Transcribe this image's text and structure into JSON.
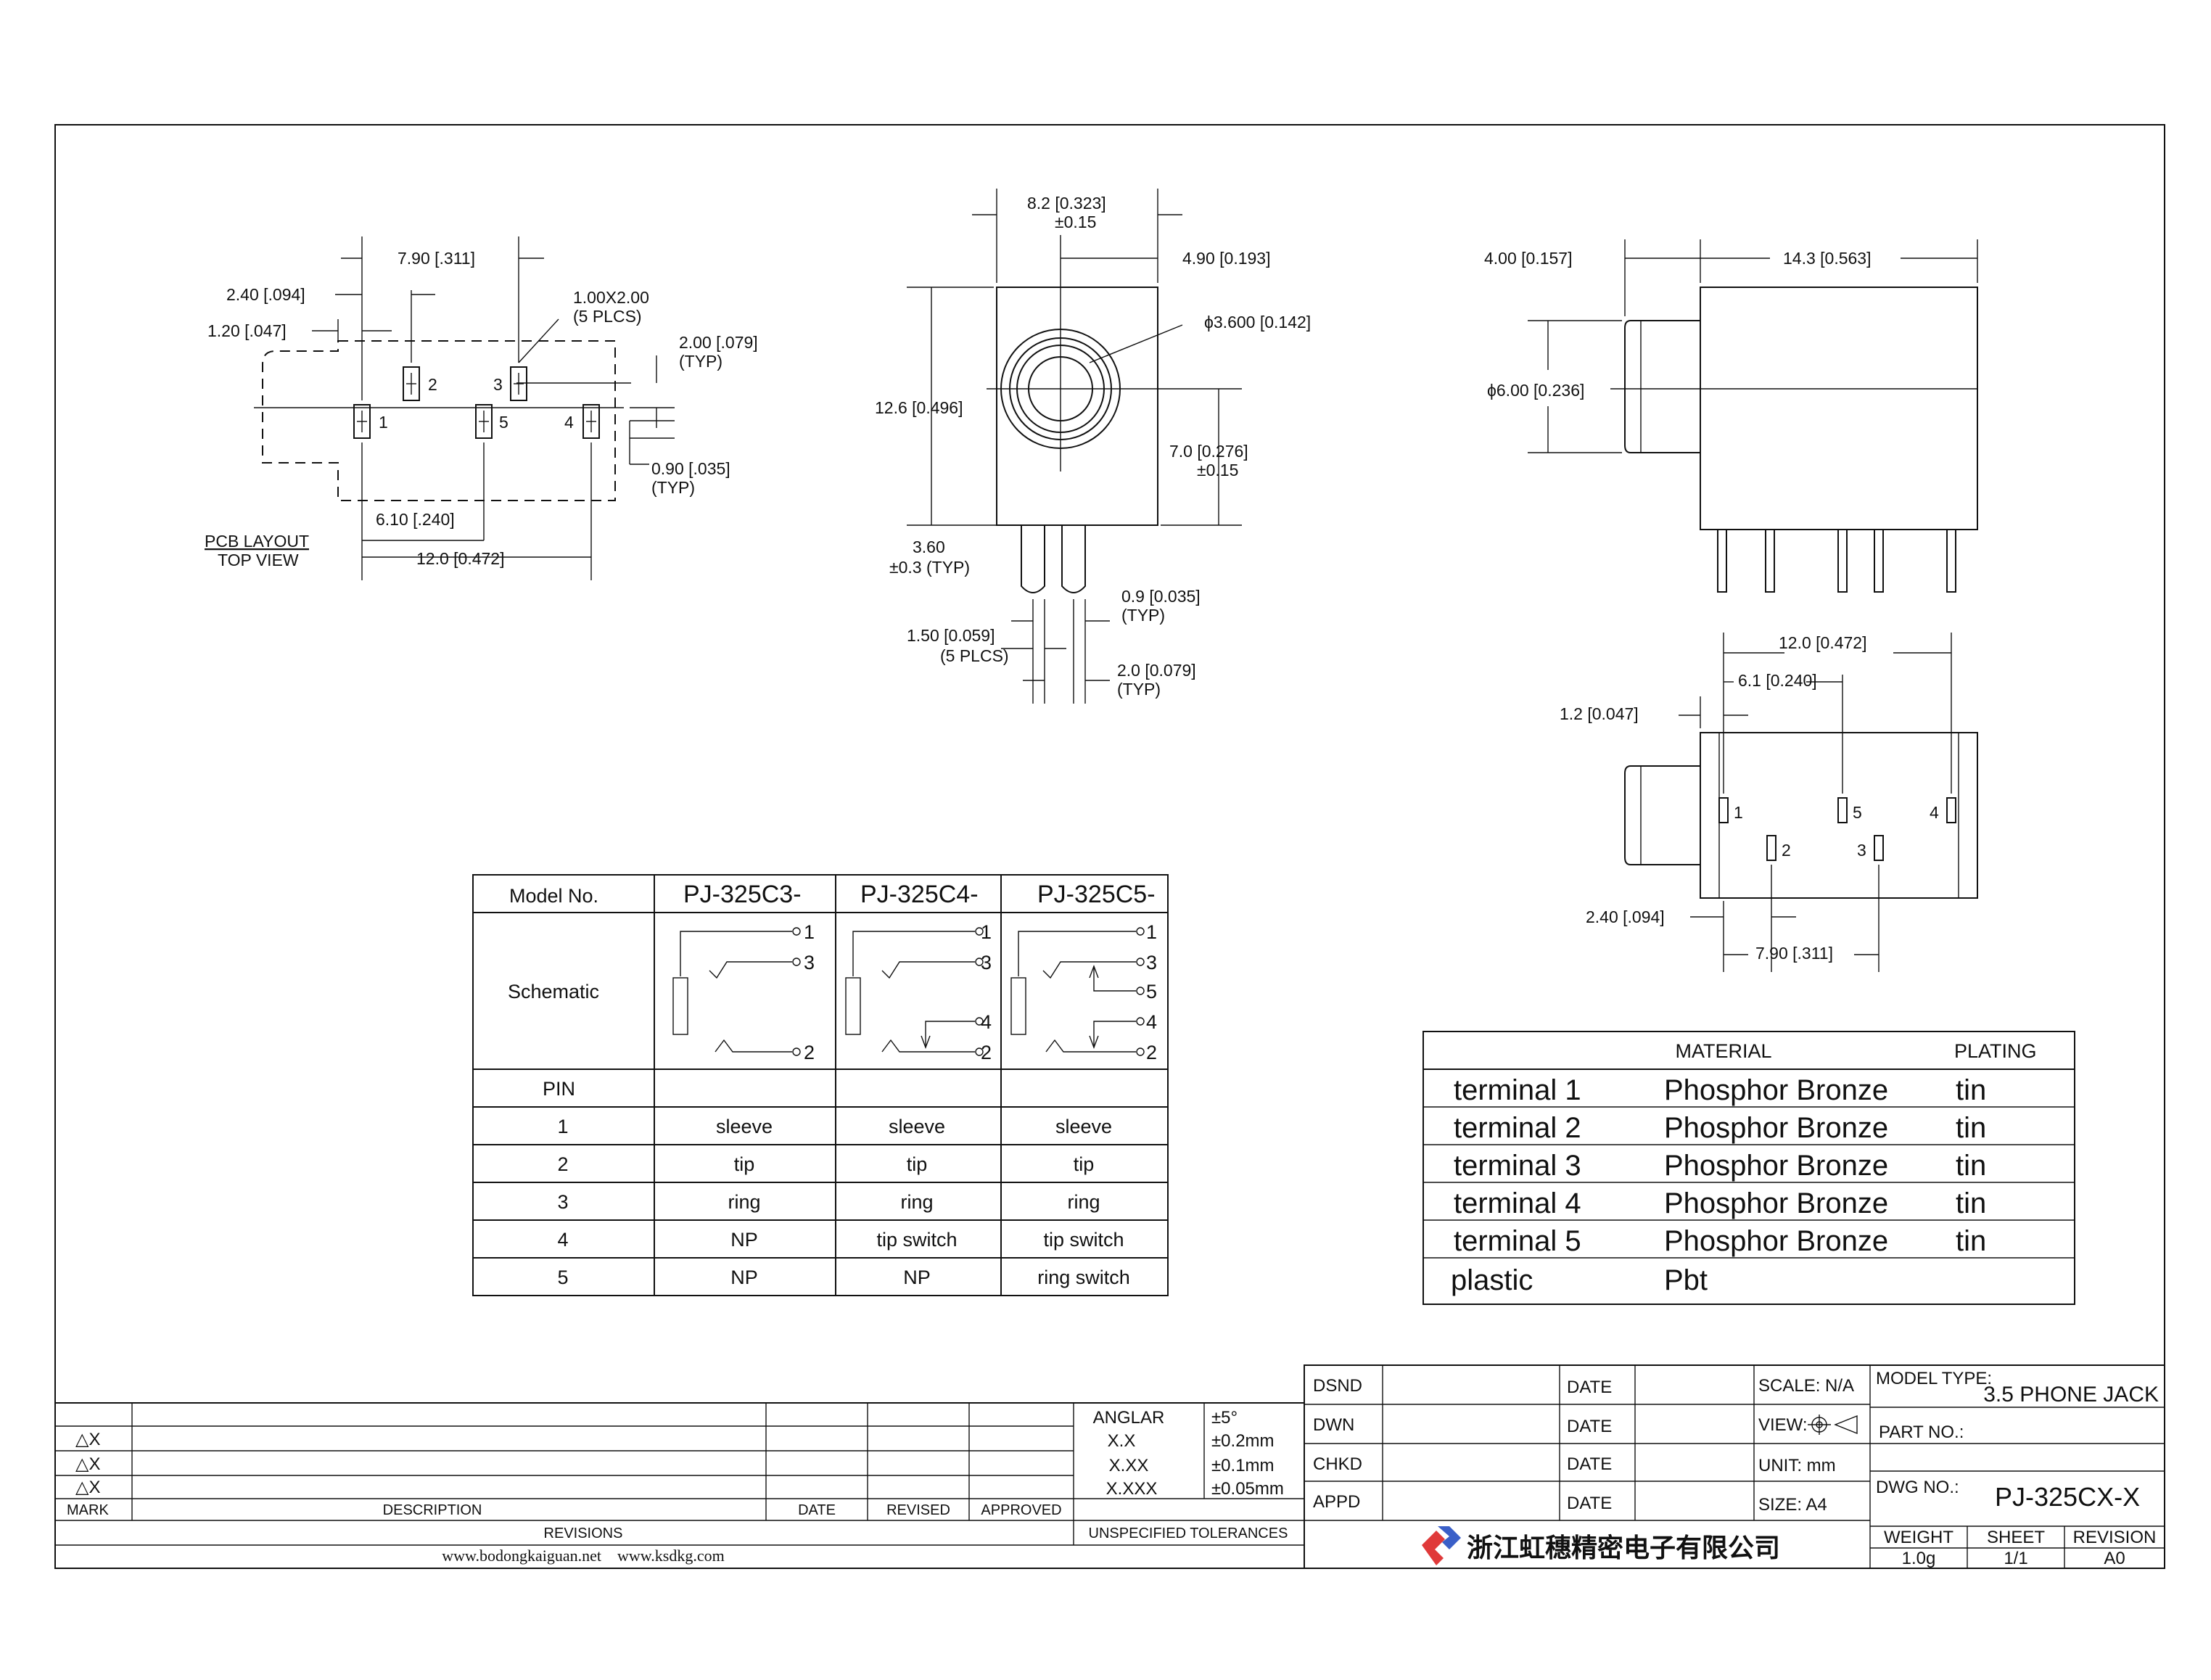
{
  "pcb_layout": {
    "title_line1": "PCB LAYOUT",
    "title_line2": "TOP VIEW",
    "dim_790": "7.90 [.311]",
    "dim_240": "2.40 [.094]",
    "dim_120": "1.20 [.047]",
    "dim_pad_line1": "1.00X2.00",
    "dim_pad_line2": "(5 PLCS)",
    "dim_200_line1": "2.00 [.079]",
    "dim_200_line2": "(TYP)",
    "dim_090_line1": "0.90 [.035]",
    "dim_090_line2": "(TYP)",
    "dim_610": "6.10 [.240]",
    "dim_120_total": "12.0 [0.472]",
    "pins": [
      "1",
      "2",
      "3",
      "4",
      "5"
    ]
  },
  "front_view": {
    "dim_82_line1": "8.2 [0.323]",
    "dim_82_line2": "±0.15",
    "dim_490": "4.90 [0.193]",
    "dim_dia": "ϕ3.600 [0.142]",
    "dim_126": "12.6 [0.496]",
    "dim_70_line1": "7.0 [0.276]",
    "dim_70_line2": "±0.15",
    "dim_360_line1": "3.60",
    "dim_360_line2": "±0.3 (TYP)",
    "dim_09_line1": "0.9 [0.035]",
    "dim_09_line2": "(TYP)",
    "dim_150_line1": "1.50 [0.059]",
    "dim_150_line2": "(5 PLCS)",
    "dim_20_line1": "2.0 [0.079]",
    "dim_20_line2": "(TYP)"
  },
  "side_view": {
    "dim_400": "4.00 [0.157]",
    "dim_143": "14.3 [0.563]",
    "dim_600": "ϕ6.00 [0.236]"
  },
  "bottom_view": {
    "dim_120": "12.0 [0.472]",
    "dim_61": "6.1 [0.240]",
    "dim_12": "1.2 [0.047]",
    "dim_240": "2.40 [.094]",
    "dim_790": "7.90 [.311]",
    "pins": [
      "1",
      "5",
      "4",
      "2",
      "3"
    ]
  },
  "model_table": {
    "header": [
      "Model No.",
      "PJ-325C3-",
      "PJ-325C4-",
      "PJ-325C5-"
    ],
    "schematic_label": "Schematic",
    "pin_label": "PIN",
    "schem_pins_c3": [
      "1",
      "3",
      "2"
    ],
    "schem_pins_c4": [
      "1",
      "3",
      "4",
      "2"
    ],
    "schem_pins_c5": [
      "1",
      "3",
      "5",
      "4",
      "2"
    ],
    "rows": [
      [
        "1",
        "sleeve",
        "sleeve",
        "sleeve"
      ],
      [
        "2",
        "tip",
        "tip",
        "tip"
      ],
      [
        "3",
        "ring",
        "ring",
        "ring"
      ],
      [
        "4",
        "NP",
        "tip switch",
        "tip switch"
      ],
      [
        "5",
        "NP",
        "NP",
        "ring switch"
      ]
    ]
  },
  "material_table": {
    "header_material": "MATERIAL",
    "header_plating": "PLATING",
    "rows": [
      [
        "terminal 1",
        "Phosphor Bronze",
        "tin"
      ],
      [
        "terminal 2",
        "Phosphor Bronze",
        "tin"
      ],
      [
        "terminal 3",
        "Phosphor Bronze",
        "tin"
      ],
      [
        "terminal 4",
        "Phosphor Bronze",
        "tin"
      ],
      [
        "terminal 5",
        "Phosphor Bronze",
        "tin"
      ],
      [
        "plastic",
        "Pbt",
        ""
      ]
    ]
  },
  "revisions": {
    "marks": [
      "△X",
      "△X",
      "△X"
    ],
    "col_mark": "MARK",
    "col_description": "DESCRIPTION",
    "col_date": "DATE",
    "col_revised": "REVISED",
    "col_approved": "APPROVED",
    "title": "REVISIONS",
    "website": "www.bodongkaiguan.net    www.ksdkg.com"
  },
  "tolerances": {
    "rows": [
      [
        "ANGLAR",
        "±5°"
      ],
      [
        "X.X",
        "±0.2mm"
      ],
      [
        "X.XX",
        "±0.1mm"
      ],
      [
        "X.XXX",
        "±0.05mm"
      ]
    ],
    "title": "UNSPECIFIED TOLERANCES"
  },
  "title_block": {
    "dsnd": "DSND",
    "dwn": "DWN",
    "chkd": "CHKD",
    "appd": "APPD",
    "date": "DATE",
    "scale": "SCALE: N/A",
    "view": "VIEW:",
    "unit": "UNIT: mm",
    "size": "SIZE: A4",
    "model_type_label": "MODEL TYPE:",
    "model_type_value": "3.5 PHONE JACK",
    "part_no_label": "PART NO.:",
    "dwg_no_label": "DWG NO.:",
    "dwg_no_value": "PJ-325CX-X",
    "company": "浙江虹穗精密电子有限公司",
    "weight_label": "WEIGHT",
    "weight_value": "1.0g",
    "sheet_label": "SHEET",
    "sheet_value": "1/1",
    "revision_label": "REVISION",
    "revision_value": "A0",
    "logo_colors": [
      "#e03a3a",
      "#3a5fc8"
    ]
  }
}
